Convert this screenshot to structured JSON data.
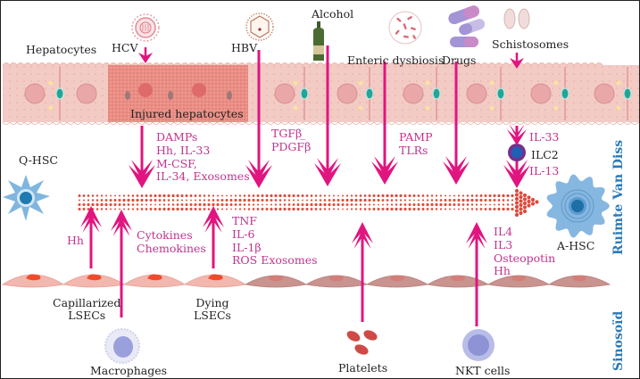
{
  "figure": {
    "top_layer_label": "Hepatocytes",
    "injured_label": "Injured hepatocytes",
    "stimuli": [
      {
        "id": "hcv",
        "label": "HCV",
        "icon": "virus-hcv-icon"
      },
      {
        "id": "hbv",
        "label": "HBV",
        "icon": "virus-hbv-icon"
      },
      {
        "id": "alcohol",
        "label": "Alcohol",
        "icon": "bottle-icon"
      },
      {
        "id": "dysbiosis",
        "label": "Enteric dysbiosis",
        "icon": "bacteria-icon"
      },
      {
        "id": "drugs",
        "label": "Drugs",
        "icon": "pill-icon"
      },
      {
        "id": "schisto",
        "label": "Schistosomes",
        "icon": "schistosome-egg-icon"
      }
    ],
    "mediators": {
      "damps": "DAMPs\nHh, IL-33\nM-CSF,\nIL-34, Exosomes",
      "tgf": "TGFβ ̲\nPDGFβ",
      "pamp": "PAMP\nTLRs",
      "il33": "IL-33",
      "il13": "IL-13",
      "ilc2": "ILC2",
      "hh_left": "Hh",
      "cytokines": "Cytokines\nChemokines",
      "tnf": "TNF\nIL-6\nIL-1β\nROS Exosomes",
      "il4": "IL4\nIL3\nOsteopotin\nHh"
    },
    "cells": {
      "qhsc": "Q-HSC",
      "ahsc": "A-HSC",
      "capillarized": "Capillarized\nLSECs",
      "dying": "Dying\nLSECs",
      "macrophages": "Macrophages",
      "platelets": "Platelets",
      "nkt": "NKT cells"
    },
    "regions": {
      "space_of_disse": "Ruimte Van Diss",
      "sinusoid": "Sinosoïd"
    },
    "colors": {
      "arrow": "#e0157f",
      "mediator_text": "#c0338f",
      "region_text": "#2a7ab8",
      "hepatocyte": "#f3c9c3",
      "injured": "#e9877e",
      "hsc": "#7fb3dc",
      "lsec_healthy": "#f2b7ae",
      "lsec_damaged": "#c9938f",
      "ecm_dots": "#e04a3a"
    }
  }
}
